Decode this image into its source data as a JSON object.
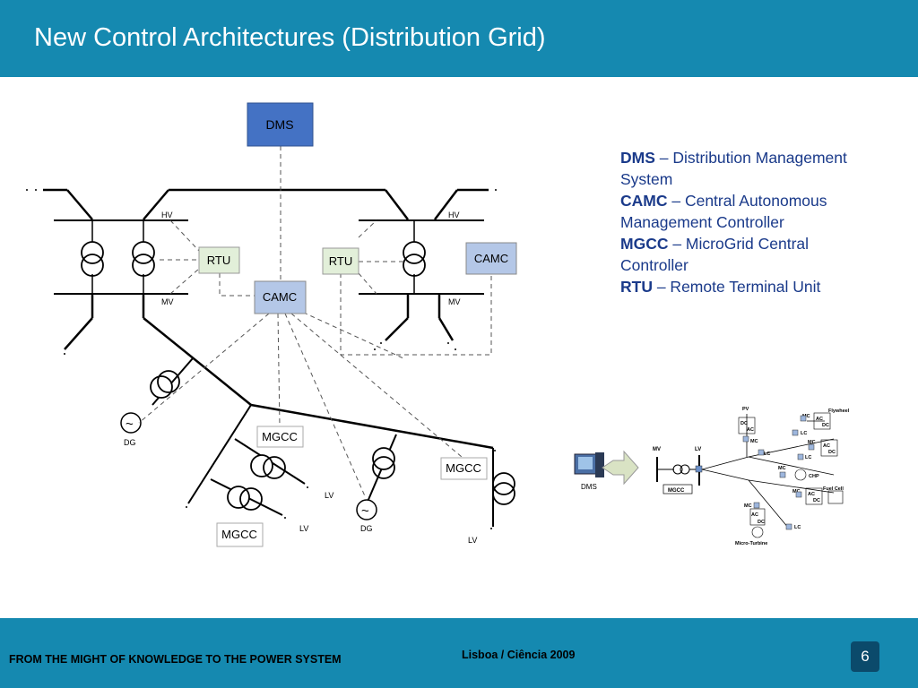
{
  "slide": {
    "title": "New Control Architectures (Distribution Grid)",
    "page_number": "6"
  },
  "footer": {
    "left": "FROM THE MIGHT OF KNOWLEDGE TO THE POWER SYSTEM",
    "center": "Lisboa /  Ciência 2009"
  },
  "legend": [
    {
      "abbr": "DMS",
      "text": " – Distribution Management System"
    },
    {
      "abbr": "CAMC",
      "text": " – Central Autonomous Management Controller"
    },
    {
      "abbr": "MGCC",
      "text": " – MicroGrid Central Controller"
    },
    {
      "abbr": "RTU",
      "text": " – Remote Terminal Unit"
    }
  ],
  "diagram": {
    "dms": "DMS",
    "rtu_left": "RTU",
    "rtu_right": "RTU",
    "camc_center": "CAMC",
    "camc_right": "CAMC",
    "mgcc_1": "MGCC",
    "mgcc_2": "MGCC",
    "mgcc_3": "MGCC",
    "hv_left": "HV",
    "mv_left": "MV",
    "hv_right": "HV",
    "mv_right": "MV",
    "dg_1": "DG",
    "dg_2": "DG",
    "lv_1": "LV",
    "lv_2": "LV",
    "lv_3": "LV",
    "gen_symbol": "~"
  },
  "inset": {
    "dms": "DMS",
    "mv": "MV",
    "lv": "LV",
    "mgcc": "MGCC",
    "pv": "PV",
    "flywheel": "Flywheel",
    "chp": "CHP",
    "fuel_cell": "Fuel Cell",
    "micro_turbine": "Micro-Turbine",
    "mc": "MC",
    "lc": "LC",
    "dc": "DC",
    "ac": "AC"
  },
  "colors": {
    "header": "#1589b0",
    "dms_box": "#4472c4",
    "camc_box": "#b4c7e7",
    "legend_text": "#1a3a8a"
  }
}
